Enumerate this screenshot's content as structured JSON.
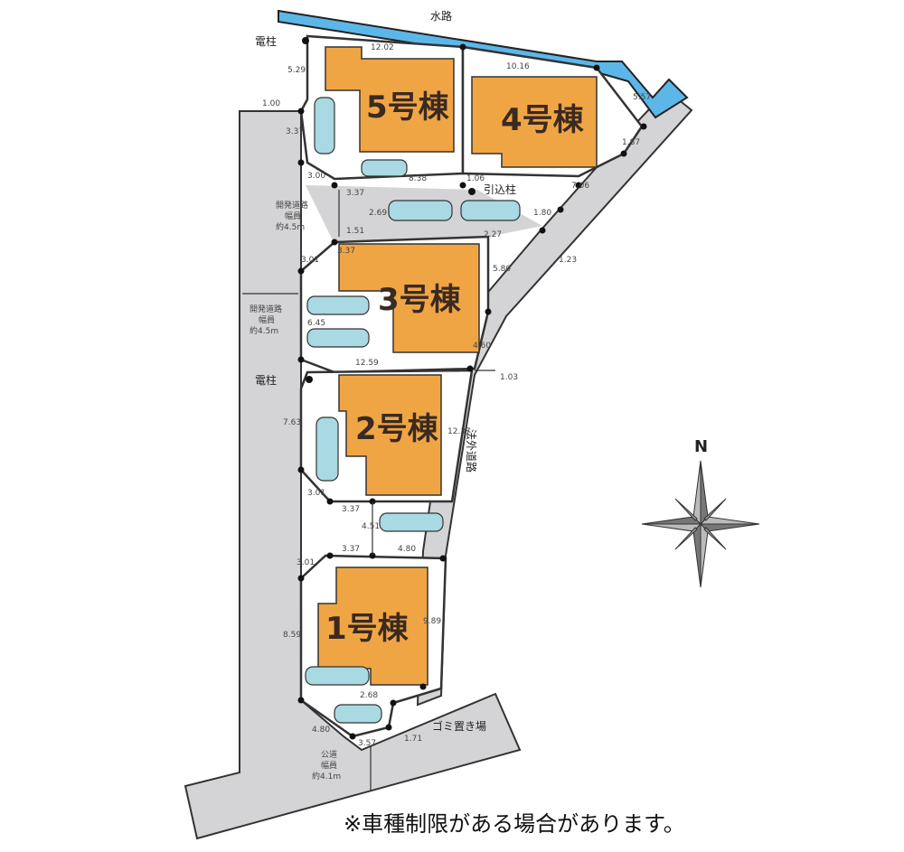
{
  "labels": {
    "waterway": "水路",
    "pole_top": "電柱",
    "pole_mid": "電柱",
    "service_pole": "引込柱",
    "dev_road_1": [
      "開発道路",
      "幅員",
      "約4.5m"
    ],
    "dev_road_2": [
      "開発道路",
      "幅員",
      "約4.5m"
    ],
    "public_road": [
      "公道",
      "幅員",
      "約4.1m"
    ],
    "slope_road": "法外道路",
    "garbage": "ゴミ置き場",
    "north": "N",
    "footer_note": "※車種制限がある場合があります。"
  },
  "houses": [
    {
      "id": "5",
      "label": "5号棟"
    },
    {
      "id": "4",
      "label": "4号棟"
    },
    {
      "id": "3",
      "label": "3号棟"
    },
    {
      "id": "2",
      "label": "2号棟"
    },
    {
      "id": "1",
      "label": "1号棟"
    }
  ],
  "dimensions": {
    "d1": "12.02",
    "d2": "10.16",
    "d3": "5.57",
    "d4": "1.87",
    "d5": "5.29",
    "d6": "1.00",
    "d7": "3.37",
    "d8": "3.00",
    "d9": "8.38",
    "d10": "1.06",
    "d11": "7.06",
    "d12": "3.37",
    "d13": "2.69",
    "d14": "1.51",
    "d15": "2.27",
    "d16": "1.80",
    "d17": "1.23",
    "d18": "3.37",
    "d19": "3.01",
    "d20": "5.80",
    "d21": "6.45",
    "d22": "4.60",
    "d23": "12.59",
    "d24": "1.03",
    "d25": "7.63",
    "d26": "12.37",
    "d27": "3.01",
    "d28": "3.37",
    "d29": "4.51",
    "d30": "3.37",
    "d31": "4.80",
    "d32": "3.01",
    "d33": "8.59",
    "d34": "9.89",
    "d35": "2.68",
    "d36": "4.80",
    "d37": "3.57",
    "d38": "1.71"
  },
  "colors": {
    "house_fill": "#f0a545",
    "road_fill": "#d4d4d6",
    "water_fill": "#5cb7e8",
    "car_fill": "#a9d9e2"
  }
}
